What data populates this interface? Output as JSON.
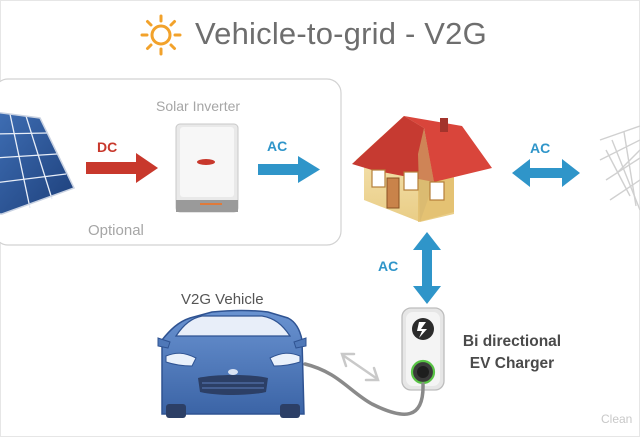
{
  "title": "Vehicle-to-grid - V2G",
  "icons": {
    "sun": "sun-icon",
    "solar_panel": "solar-panel-icon",
    "inverter": "solar-inverter-icon",
    "house": "house-icon",
    "pylon": "power-pylon-icon",
    "charger": "ev-charger-icon",
    "car": "electric-car-icon"
  },
  "labels": {
    "solar_inverter": "Solar Inverter",
    "optional": "Optional",
    "dc": "DC",
    "ac_inverter_to_house": "AC",
    "ac_house_to_grid": "AC",
    "ac_house_to_charger": "AC",
    "vehicle": "V2G Vehicle",
    "charger_line1": "Bi directional",
    "charger_line2": "EV Charger",
    "corner": "Clean"
  },
  "colors": {
    "ac_arrow": "#2f95c9",
    "dc_arrow": "#c8382c",
    "car_body": "#4f78b8",
    "roof": "#d9453b",
    "sun": "#f2a22b",
    "title_text": "#6e6e6e",
    "box_border": "#cfcfcf"
  }
}
